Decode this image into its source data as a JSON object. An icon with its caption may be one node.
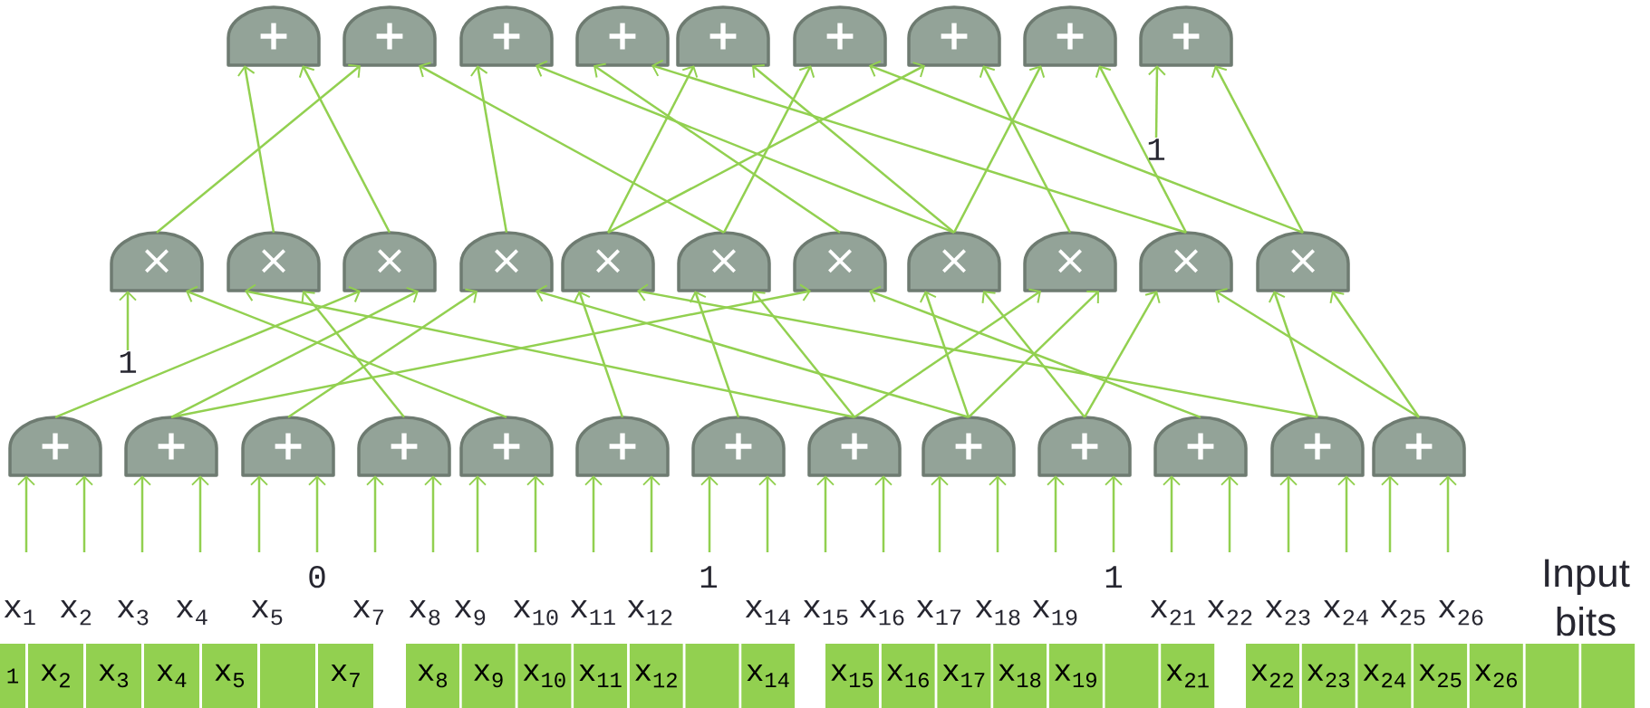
{
  "diagram": {
    "nodes": [
      {
        "text": [
          "+"
        ]
      },
      {
        "text": [
          "+"
        ]
      },
      {
        "text": [
          "+"
        ]
      },
      {
        "text": [
          "+"
        ]
      },
      {
        "text": [
          "+"
        ]
      },
      {
        "text": [
          "+"
        ]
      },
      {
        "text": [
          "+"
        ]
      },
      {
        "text": [
          "+"
        ]
      },
      {
        "text": [
          "+"
        ]
      },
      {
        "text": [
          "1"
        ]
      },
      {
        "text": [
          "×"
        ]
      },
      {
        "text": [
          "×"
        ]
      },
      {
        "text": [
          "×"
        ]
      },
      {
        "text": [
          "×"
        ]
      },
      {
        "text": [
          "×"
        ]
      },
      {
        "text": [
          "×"
        ]
      },
      {
        "text": [
          "×"
        ]
      },
      {
        "text": [
          "×"
        ]
      },
      {
        "text": [
          "×"
        ]
      },
      {
        "text": [
          "×"
        ]
      },
      {
        "text": [
          "×"
        ]
      },
      {
        "text": [
          "1"
        ]
      },
      {
        "text": [
          "+"
        ]
      },
      {
        "text": [
          "+"
        ]
      },
      {
        "text": [
          "+"
        ]
      },
      {
        "text": [
          "+"
        ]
      },
      {
        "text": [
          "+"
        ]
      },
      {
        "text": [
          "+"
        ]
      },
      {
        "text": [
          "+"
        ]
      },
      {
        "text": [
          "+"
        ]
      },
      {
        "text": [
          "+"
        ]
      },
      {
        "text": [
          "+"
        ]
      },
      {
        "text": [
          "+"
        ]
      },
      {
        "text": [
          "+"
        ]
      },
      {
        "text": [
          "+"
        ]
      },
      {
        "text": [
          "1"
        ]
      },
      {
        "text": [
          "x$_{2}$"
        ]
      },
      {
        "text": [
          "x$_{3}$"
        ]
      },
      {
        "text": [
          "x$_{4}$"
        ]
      },
      {
        "text": [
          "x$_{5}$"
        ]
      },
      {
        "text": [],
        "shape": "box"
      },
      {
        "text": [
          "x$_{7}$"
        ]
      },
      {
        "text": [
          "x$_{8}$"
        ]
      },
      {
        "text": [
          "x$_{9}$"
        ]
      },
      {
        "text": [
          "x$_{10}$"
        ]
      },
      {
        "text": [
          "x$_{11}$"
        ]
      },
      {
        "text": [
          "x$_{12}$"
        ]
      },
      {
        "text": [],
        "shape": "box"
      },
      {
        "text": [
          "x$_{14}$"
        ]
      },
      {
        "text": [
          "x$_{15}$"
        ]
      },
      {
        "text": [
          "x$_{16}$"
        ]
      },
      {
        "text": [
          "x$_{17}$"
        ]
      },
      {
        "text": [
          "x$_{18}$"
        ]
      },
      {
        "text": [
          "x$_{19}$"
        ]
      },
      {
        "text": [],
        "shape": "box"
      },
      {
        "text": [
          "x$_{21}$"
        ]
      },
      {
        "text": [
          "x$_{22}$"
        ]
      },
      {
        "text": [
          "x$_{23}$"
        ]
      },
      {
        "text": [
          "x$_{24}$"
        ]
      },
      {
        "text": [
          "x$_{25}$"
        ]
      },
      {
        "text": [
          "x$_{26}$"
        ]
      },
      {
        "text": [],
        "shape": "box"
      },
      {
        "text": [],
        "shape": "box"
      }
    ],
    "edges": [
      {
        "from": 11,
        "to": 0,
        "arrow": "to"
      },
      {
        "from": 12,
        "to": 0,
        "arrow": "to"
      },
      {
        "from": 10,
        "to": 1,
        "arrow": "to"
      },
      {
        "from": 15,
        "to": 1,
        "arrow": "to"
      },
      {
        "from": 13,
        "to": 2,
        "arrow": "to"
      },
      {
        "from": 17,
        "to": 2,
        "arrow": "to"
      },
      {
        "from": 16,
        "to": 3,
        "arrow": "to"
      },
      {
        "from": 19,
        "to": 3,
        "arrow": "to"
      },
      {
        "from": 14,
        "to": 4,
        "arrow": "to"
      },
      {
        "from": 17,
        "to": 4,
        "arrow": "to"
      },
      {
        "from": 15,
        "to": 5,
        "arrow": "to"
      },
      {
        "from": 20,
        "to": 5,
        "arrow": "to"
      },
      {
        "from": 14,
        "to": 6,
        "arrow": "to"
      },
      {
        "from": 18,
        "to": 6,
        "arrow": "to"
      },
      {
        "from": 17,
        "to": 7,
        "arrow": "to"
      },
      {
        "from": 19,
        "to": 7,
        "arrow": "to"
      },
      {
        "from": 9,
        "to": 8,
        "arrow": "to"
      },
      {
        "from": 20,
        "to": 8,
        "arrow": "to"
      },
      {
        "from": 21,
        "to": 10,
        "arrow": "to"
      },
      {
        "from": 26,
        "to": 10,
        "arrow": "to"
      },
      {
        "from": 29,
        "to": 11,
        "arrow": "to"
      },
      {
        "from": 25,
        "to": 11,
        "arrow": "to"
      },
      {
        "from": 22,
        "to": 12,
        "arrow": "to"
      },
      {
        "from": 23,
        "to": 12,
        "arrow": "to"
      },
      {
        "from": 24,
        "to": 13,
        "arrow": "to"
      },
      {
        "from": 30,
        "to": 13,
        "arrow": "to"
      },
      {
        "from": 27,
        "to": 14,
        "arrow": "to"
      },
      {
        "from": 33,
        "to": 14,
        "arrow": "to"
      },
      {
        "from": 28,
        "to": 15,
        "arrow": "to"
      },
      {
        "from": 29,
        "to": 15,
        "arrow": "to"
      },
      {
        "from": 23,
        "to": 16,
        "arrow": "to"
      },
      {
        "from": 32,
        "to": 16,
        "arrow": "to"
      },
      {
        "from": 30,
        "to": 17,
        "arrow": "to"
      },
      {
        "from": 31,
        "to": 17,
        "arrow": "to"
      },
      {
        "from": 29,
        "to": 18,
        "arrow": "to"
      },
      {
        "from": 30,
        "to": 18,
        "arrow": "to"
      },
      {
        "from": 31,
        "to": 19,
        "arrow": "to"
      },
      {
        "from": 34,
        "to": 19,
        "arrow": "to"
      },
      {
        "from": 33,
        "to": 20,
        "arrow": "to"
      },
      {
        "from": 34,
        "to": 20,
        "arrow": "to"
      },
      {
        "from": null,
        "to": 22,
        "arrow": "to"
      },
      {
        "from": null,
        "to": 22,
        "arrow": "to"
      },
      {
        "from": null,
        "to": 23,
        "arrow": "to"
      },
      {
        "from": null,
        "to": 23,
        "arrow": "to"
      },
      {
        "from": null,
        "to": 24,
        "arrow": "to"
      },
      {
        "from": null,
        "to": 24,
        "arrow": "to"
      },
      {
        "from": null,
        "to": 25,
        "arrow": "to"
      },
      {
        "from": null,
        "to": 25,
        "arrow": "to"
      },
      {
        "from": null,
        "to": 26,
        "arrow": "to"
      },
      {
        "from": null,
        "to": 26,
        "arrow": "to"
      },
      {
        "from": null,
        "to": 27,
        "arrow": "to"
      },
      {
        "from": null,
        "to": 27,
        "arrow": "to"
      },
      {
        "from": null,
        "to": 28,
        "arrow": "to"
      },
      {
        "from": null,
        "to": 28,
        "arrow": "to"
      },
      {
        "from": null,
        "to": 29,
        "arrow": "to"
      },
      {
        "from": null,
        "to": 29,
        "arrow": "to"
      },
      {
        "from": null,
        "to": 30,
        "arrow": "to"
      },
      {
        "from": null,
        "to": 30,
        "arrow": "to"
      },
      {
        "from": null,
        "to": 31,
        "arrow": "to"
      },
      {
        "from": null,
        "to": 31,
        "arrow": "to"
      },
      {
        "from": null,
        "to": 32,
        "arrow": "to"
      },
      {
        "from": null,
        "to": 32,
        "arrow": "to"
      },
      {
        "from": null,
        "to": 33,
        "arrow": "to"
      },
      {
        "from": null,
        "to": 33,
        "arrow": "to"
      },
      {
        "from": null,
        "to": 34,
        "arrow": "to"
      },
      {
        "from": null,
        "to": 34,
        "arrow": "to"
      }
    ],
    "labels": [
      "0",
      "1",
      "1",
      "Input bits",
      "x$_{1}$",
      "x$_{2}$",
      "x$_{3}$",
      "x$_{4}$",
      "x$_{5}$",
      "x$_{7}$",
      "x$_{8}$",
      "x$_{9}$",
      "x$_{10}$",
      "x$_{11}$",
      "x$_{12}$",
      "x$_{14}$",
      "x$_{15}$",
      "x$_{16}$",
      "x$_{17}$",
      "x$_{18}$",
      "x$_{19}$",
      "x$_{21}$",
      "x$_{22}$",
      "x$_{23}$",
      "x$_{24}$",
      "x$_{25}$",
      "x$_{26}$"
    ]
  }
}
